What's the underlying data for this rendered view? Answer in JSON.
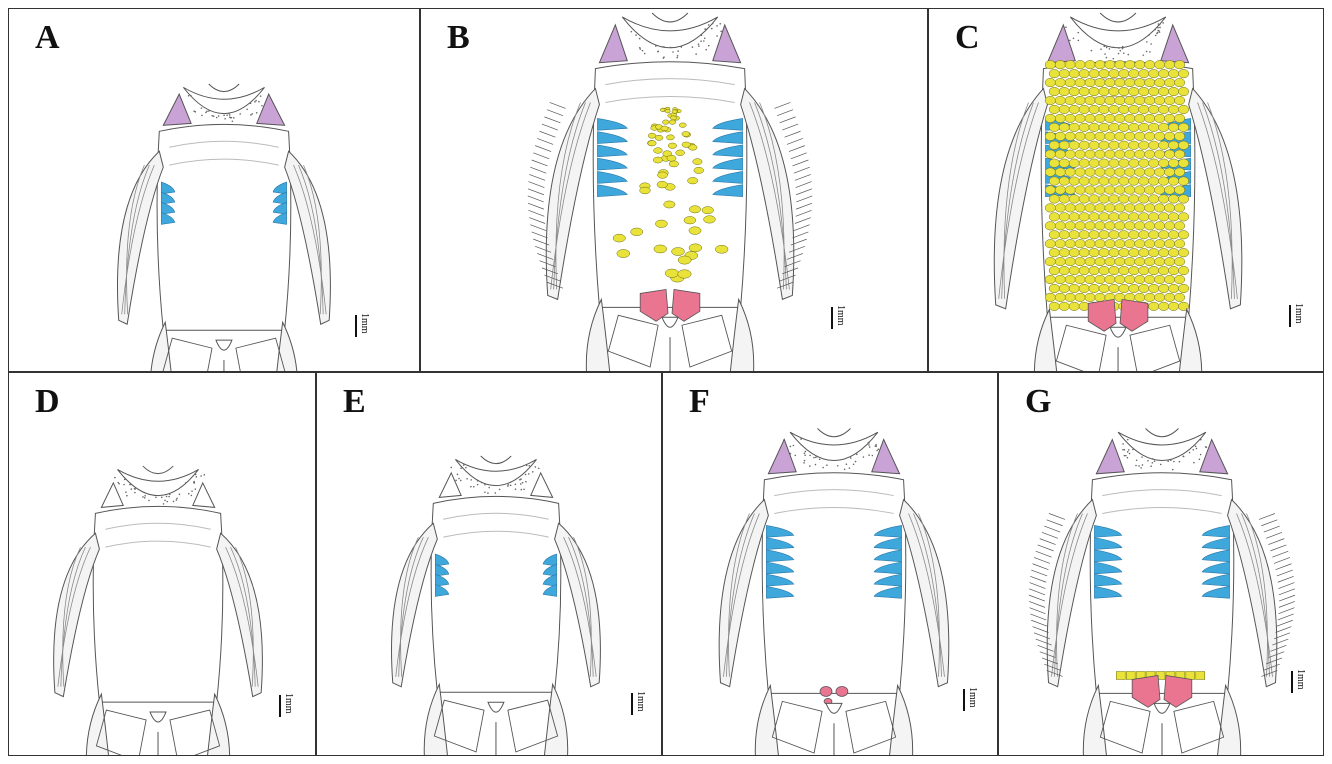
{
  "colors": {
    "spines": "#c9a3d6",
    "branchial": "#3ea7dc",
    "scales": "#e8e23a",
    "pelvic_plates": "#ea7591",
    "outline": "#555555"
  },
  "panels": [
    {
      "letter": "A",
      "scale_label": "1mm",
      "spines": true,
      "gills": "small",
      "scales": "none",
      "pelvic": "none",
      "bristles": false
    },
    {
      "letter": "B",
      "scale_label": "1mm",
      "spines": true,
      "gills": "large",
      "scales": "sparse",
      "pelvic": "pair",
      "bristles": true
    },
    {
      "letter": "C",
      "scale_label": "1mm",
      "spines": true,
      "gills": "large",
      "scales": "dense",
      "pelvic": "pair",
      "bristles": false
    },
    {
      "letter": "D",
      "scale_label": "1mm",
      "spines": false,
      "gills": "none",
      "scales": "none",
      "pelvic": "none",
      "bristles": false
    },
    {
      "letter": "E",
      "scale_label": "1mm",
      "spines": false,
      "gills": "small",
      "scales": "none",
      "pelvic": "none",
      "bristles": false
    },
    {
      "letter": "F",
      "scale_label": "1mm",
      "spines": true,
      "gills": "large",
      "scales": "none",
      "pelvic": "small",
      "bristles": false
    },
    {
      "letter": "G",
      "scale_label": "1mm",
      "spines": true,
      "gills": "large",
      "scales": "row",
      "pelvic": "pair",
      "bristles": true
    }
  ]
}
